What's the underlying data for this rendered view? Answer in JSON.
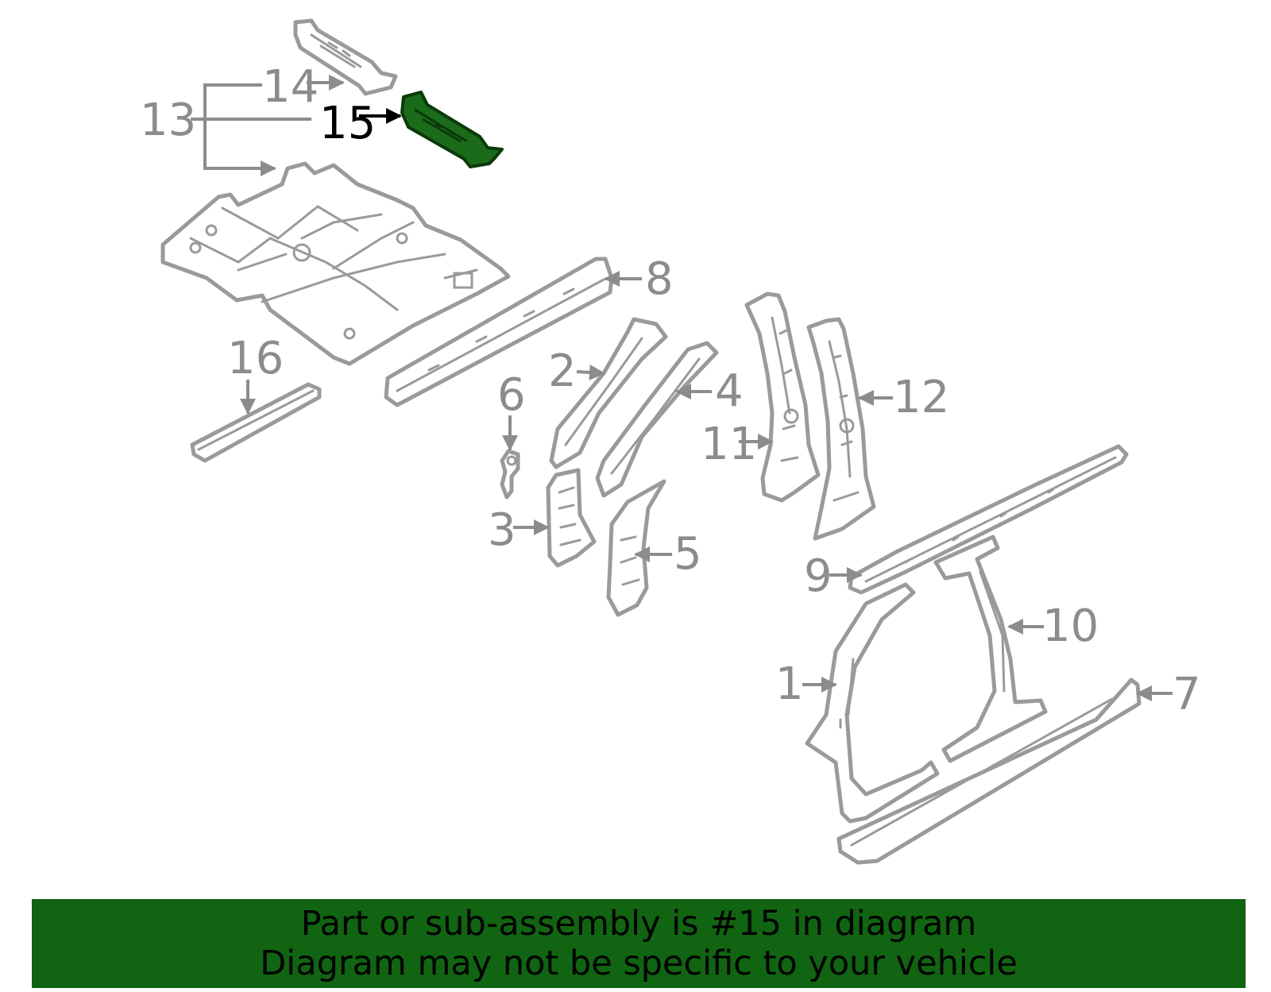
{
  "diagram": {
    "highlighted_part": "15",
    "highlight_color": "#1a6b1a",
    "part_color": "#9a9a9a",
    "callouts": {
      "c1": "1",
      "c2": "2",
      "c3": "3",
      "c4": "4",
      "c5": "5",
      "c6": "6",
      "c7": "7",
      "c8": "8",
      "c9": "9",
      "c10": "10",
      "c11": "11",
      "c12": "12",
      "c13": "13",
      "c14": "14",
      "c15": "15",
      "c16": "16"
    }
  },
  "footer": {
    "background_color": "#116411",
    "line1": "Part or sub-assembly is #15 in diagram",
    "line2": "Diagram may not be specific to your vehicle"
  }
}
